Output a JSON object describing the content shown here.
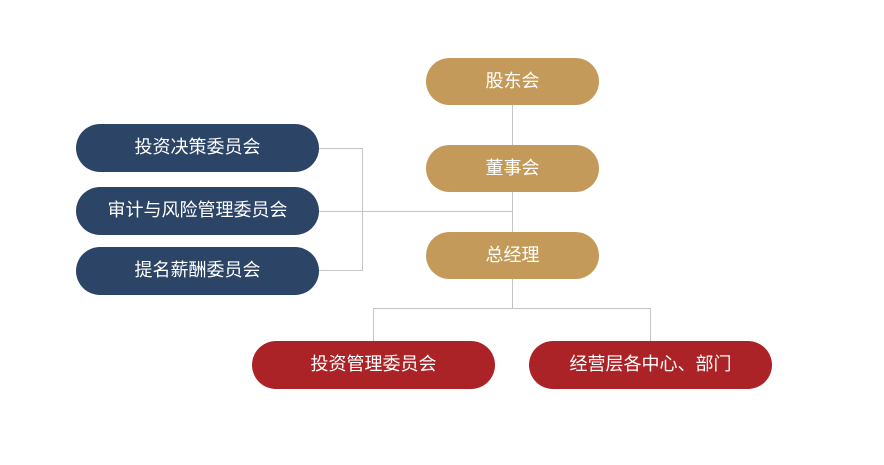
{
  "colors": {
    "gold": "#c49a5a",
    "navy": "#2c4466",
    "red": "#ac2327",
    "connector": "#c4c4c4"
  },
  "diagram": {
    "main_chain": {
      "shareholders": "股东会",
      "board": "董事会",
      "general_manager": "总经理"
    },
    "committees": {
      "investment_decision": "投资决策委员会",
      "audit_risk": "审计与风险管理委员会",
      "nomination_compensation": "提名薪酬委员会"
    },
    "bottom_units": {
      "investment_management": "投资管理委员会",
      "operations": "经营层各中心、部门"
    }
  }
}
